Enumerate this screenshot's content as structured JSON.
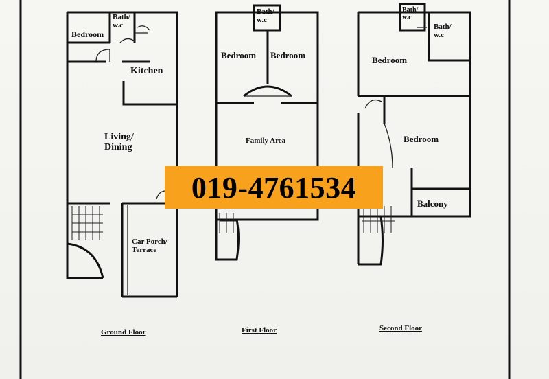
{
  "ground_floor": {
    "title": "Ground Floor",
    "rooms": {
      "bedroom": "Bedroom",
      "bath": "Bath/\nw.c",
      "kitchen": "Kitchen",
      "living": "Living/\nDining",
      "car_porch": "Car Porch/\nTerrace"
    }
  },
  "first_floor": {
    "title": "First Floor",
    "rooms": {
      "bath": "Bath/\nw.c",
      "bedroom_left": "Bedroom",
      "bedroom_right": "Bedroom",
      "family_area": "Family Area"
    }
  },
  "second_floor": {
    "title": "Second Floor",
    "rooms": {
      "bath_left": "Bath/\nw.c",
      "bath_right": "Bath/\nw.c",
      "bedroom_top": "Bedroom",
      "bedroom_main": "Bedroom",
      "balcony": "Balcony"
    }
  },
  "contact": {
    "phone": "019-4761534"
  }
}
